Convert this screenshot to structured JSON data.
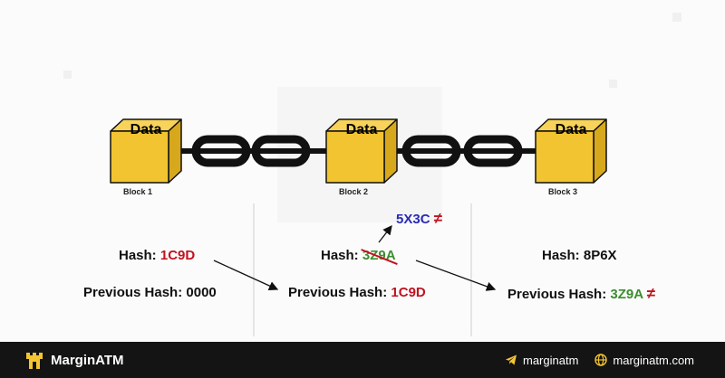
{
  "blocks": [
    {
      "data_label": "Data",
      "name": "Block 1"
    },
    {
      "data_label": "Data",
      "name": "Block 2"
    },
    {
      "data_label": "Data",
      "name": "Block 3"
    }
  ],
  "col1": {
    "hash_label": "Hash:",
    "hash_value": "1C9D",
    "prev_label": "Previous Hash:",
    "prev_value": "0000"
  },
  "col2": {
    "new_hash": "5X3C",
    "neq": "≠",
    "hash_label": "Hash:",
    "hash_value": "3Z9A",
    "prev_label": "Previous Hash:",
    "prev_value": "1C9D"
  },
  "col3": {
    "hash_label": "Hash:",
    "hash_value": "8P6X",
    "prev_label": "Previous Hash:",
    "prev_value": "3Z9A",
    "neq": "≠"
  },
  "footer": {
    "brand": "MarginATM",
    "telegram_handle": "marginatm",
    "website": "marginatm.com"
  },
  "colors": {
    "cube_front": "#f2c431",
    "cube_top": "#f7d35a",
    "cube_side": "#d8a81c",
    "red": "#c0121f",
    "green": "#3c8d2f",
    "blue": "#2a2ab8",
    "footer_bg": "#141414",
    "brand_yellow": "#f4c531"
  }
}
